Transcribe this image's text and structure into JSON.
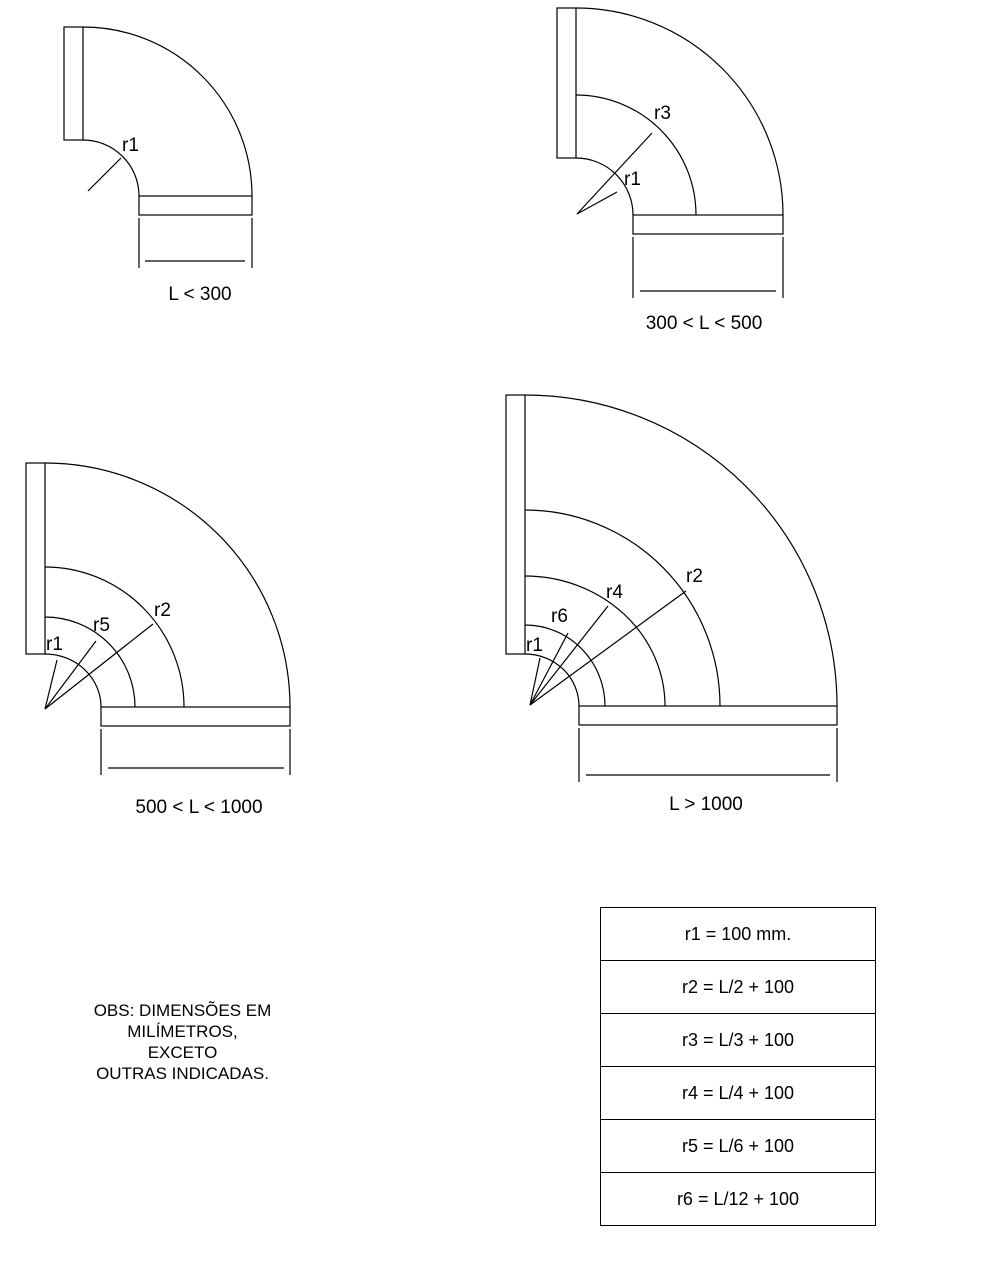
{
  "diagrams": [
    {
      "range_label": "L < 300",
      "radius_labels": [
        "r1"
      ]
    },
    {
      "range_label": "300 < L < 500",
      "radius_labels": [
        "r3",
        "r1"
      ]
    },
    {
      "range_label": "500 < L < 1000",
      "radius_labels": [
        "r1",
        "r5",
        "r2"
      ]
    },
    {
      "range_label": "L > 1000",
      "radius_labels": [
        "r1",
        "r6",
        "r4",
        "r2"
      ]
    }
  ],
  "note": {
    "lines": [
      "OBS: DIMENSÕES EM",
      "MILÍMETROS,",
      "EXCETO",
      "OUTRAS INDICADAS."
    ]
  },
  "radius_table": {
    "rows": [
      "r1 = 100 mm.",
      "r2 = L/2 + 100",
      "r3 = L/3 + 100",
      "r4 = L/4 + 100",
      "r5 = L/6 + 100",
      "r6 = L/12 + 100"
    ]
  }
}
